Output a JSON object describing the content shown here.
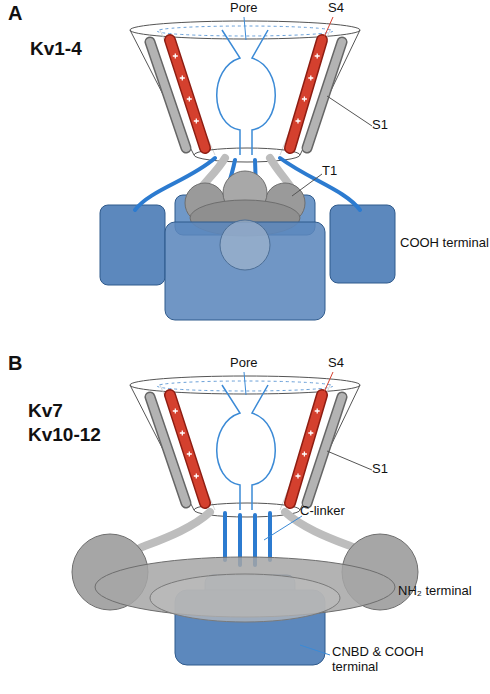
{
  "diagram": {
    "labels": [
      "A",
      "Kv1-4",
      "Pore",
      "S4",
      "S1",
      "T1",
      "COOH terminal",
      "B",
      "Kv7",
      "Kv10-12",
      "Pore",
      "S4",
      "S1",
      "C-linker",
      "NH₂ terminal",
      "CNBD & COOH terminal"
    ]
  }
}
